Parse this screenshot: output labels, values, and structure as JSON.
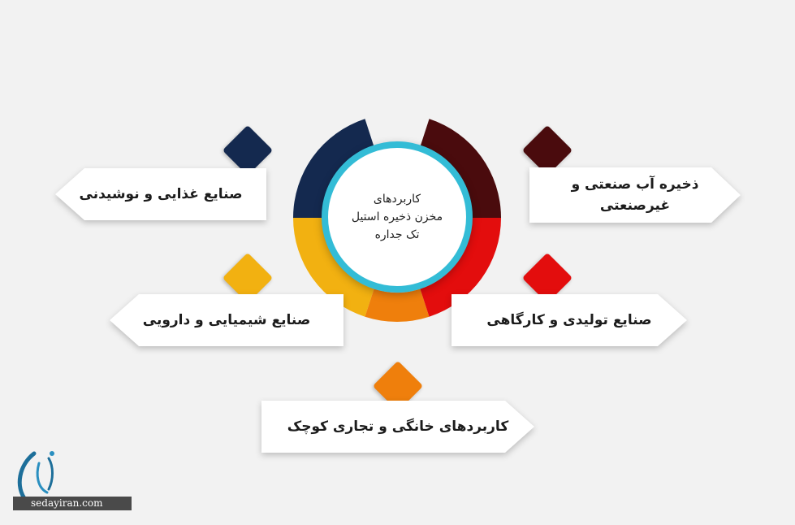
{
  "center": {
    "title": "کاربردهای\nمخزن ذخیره استیل\nتک جداره"
  },
  "items": [
    {
      "label": "صنایع غذایی و نوشیدنی",
      "color": "#14294f"
    },
    {
      "label": "صنایع شیمیایی و دارویی",
      "color": "#f2b111"
    },
    {
      "label": "کاربردهای خانگی و تجاری کوچک",
      "color": "#ef7f0c"
    },
    {
      "label": "صنایع تولیدی و کارگاهی",
      "color": "#e30d0d"
    },
    {
      "label": "ذخیره آب صنعتی و غیرصنعتی",
      "color": "#4a0b0d"
    }
  ],
  "colors": {
    "ring_border": "#33bcd6",
    "background": "#f2f2f2"
  },
  "watermark": {
    "site": "sedayiran.com"
  }
}
